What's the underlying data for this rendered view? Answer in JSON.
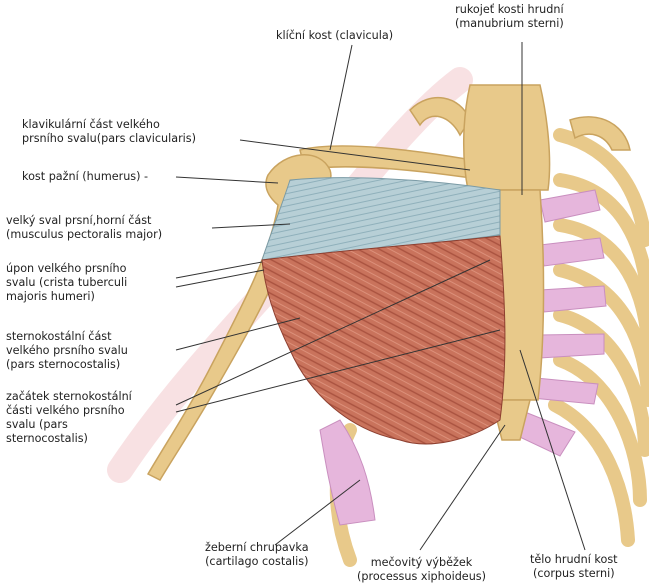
{
  "labels": {
    "clavicula": "klíční kost (clavicula)",
    "manubrium": "rukojeť kosti hrudní\n(manubrium sterni)",
    "pars_clavicularis": "klavikulární část velkého\nprsního svalu(pars clavicularis)",
    "humerus": "kost pažní (humerus) -",
    "pectoralis_major": "velký sval prsní,horní část\n(musculus pectoralis major)",
    "crista": "úpon velkého prsního\nsvalu (crista tuberculi\nmajoris humeri)",
    "pars_sternocostalis": "sternokostální část\nvelkého prsního svalu\n(pars sternocostalis)",
    "zacatek": "začátek sternokostální\nčásti velkého prsního\nsvalu (pars\nsternocostalis)",
    "cartilago": "žeberní chrupavka\n(cartilago costalis)",
    "xiphoideus": "mečovitý výběžek\n(processus xiphoideus)",
    "corpus_sterni": "tělo hrudní kost\n(corpus sterni)"
  },
  "colors": {
    "bone": "#e8c98a",
    "bone_shade": "#c9a35f",
    "muscle": "#c9735c",
    "muscle_fiber": "#a9523f",
    "clavicular_part": "#b7cfd6",
    "cartilage": "#e6b6dc",
    "watermark": "#f3c9cc"
  }
}
